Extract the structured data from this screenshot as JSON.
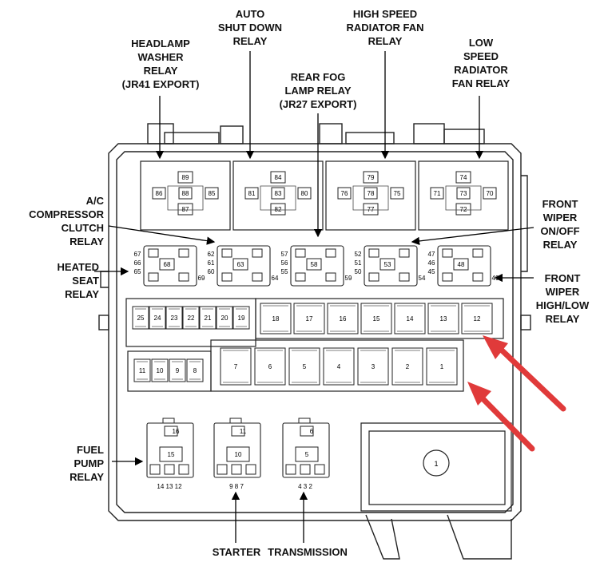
{
  "labels": {
    "headlamp_washer": "HEADLAMP\nWASHER\nRELAY\n(JR41 EXPORT)",
    "auto_shutdown": "AUTO\nSHUT DOWN\nRELAY",
    "high_speed_fan": "HIGH SPEED\nRADIATOR FAN\nRELAY",
    "low_speed_fan": "LOW\nSPEED\nRADIATOR\nFAN RELAY",
    "rear_fog": "REAR FOG\nLAMP RELAY\n(JR27 EXPORT)",
    "ac_clutch": "A/C\nCOMPRESSOR\nCLUTCH\nRELAY",
    "heated_seat": "HEATED\nSEAT\nRELAY",
    "front_wiper_onoff": "FRONT\nWIPER\nON/OFF\nRELAY",
    "front_wiper_highlow": "FRONT\nWIPER\nHIGH/LOW\nRELAY",
    "fuel_pump": "FUEL\nPUMP\nRELAY",
    "starter": "STARTER",
    "transmission": "TRANSMISSION"
  },
  "top_relays": [
    {
      "pins": [
        "89",
        "86",
        "88",
        "85",
        "87"
      ]
    },
    {
      "pins": [
        "84",
        "81",
        "83",
        "80",
        "82"
      ]
    },
    {
      "pins": [
        "79",
        "76",
        "78",
        "75",
        "77"
      ]
    },
    {
      "pins": [
        "74",
        "71",
        "73",
        "70",
        "72"
      ]
    }
  ],
  "mid_relays": [
    {
      "pins": [
        "67",
        "66",
        "65",
        "68",
        "69"
      ]
    },
    {
      "pins": [
        "62",
        "61",
        "60",
        "63",
        "64"
      ]
    },
    {
      "pins": [
        "57",
        "56",
        "55",
        "58",
        "59"
      ]
    },
    {
      "pins": [
        "52",
        "51",
        "50",
        "53",
        "54"
      ]
    },
    {
      "pins": [
        "47",
        "46",
        "45",
        "48",
        "49"
      ]
    }
  ],
  "fuse_row_upper_left": [
    "25",
    "24",
    "23",
    "22",
    "21",
    "20",
    "19"
  ],
  "fuse_row_upper_right": [
    "18",
    "17",
    "16",
    "15",
    "14",
    "13",
    "12"
  ],
  "fuse_row_lower_left": [
    "11",
    "10",
    "9",
    "8"
  ],
  "fuse_row_lower_right": [
    "7",
    "6",
    "5",
    "4",
    "3",
    "2",
    "1"
  ],
  "bottom_relays": [
    {
      "top": "16",
      "mid": "15",
      "pins": "14 13 12"
    },
    {
      "top": "11",
      "mid": "10",
      "pins": "9  8  7"
    },
    {
      "top": "6",
      "mid": "5",
      "pins": "4  3  2"
    }
  ],
  "big_fuse": "1"
}
